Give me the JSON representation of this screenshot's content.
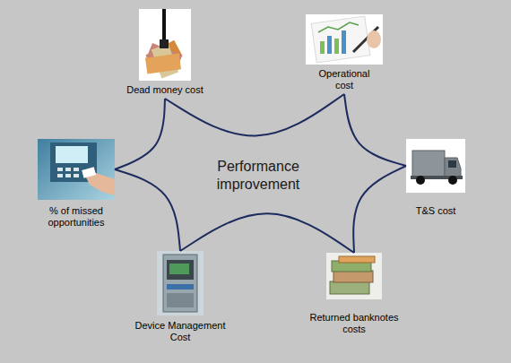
{
  "diagram": {
    "nodes": [
      {
        "text": [
          "Dead money cost"
        ]
      },
      {
        "text": [
          "Operational cost"
        ]
      },
      {
        "text": [
          "% of missed opportunities"
        ]
      },
      {
        "text": [
          "T&S cost"
        ]
      },
      {
        "text": [
          "Device Management Cost"
        ]
      },
      {
        "text": [
          "Returned banknotes costs"
        ]
      }
    ],
    "edges": [
      {
        "from": 0,
        "to": 1,
        "arrow": "none"
      },
      {
        "from": 1,
        "to": 3,
        "arrow": "none"
      },
      {
        "from": 3,
        "to": 5,
        "arrow": "none"
      },
      {
        "from": 5,
        "to": 4,
        "arrow": "none"
      },
      {
        "from": 4,
        "to": 2,
        "arrow": "none"
      },
      {
        "from": 2,
        "to": 0,
        "arrow": "none"
      }
    ],
    "labels": [
      "Performance improvement"
    ]
  }
}
